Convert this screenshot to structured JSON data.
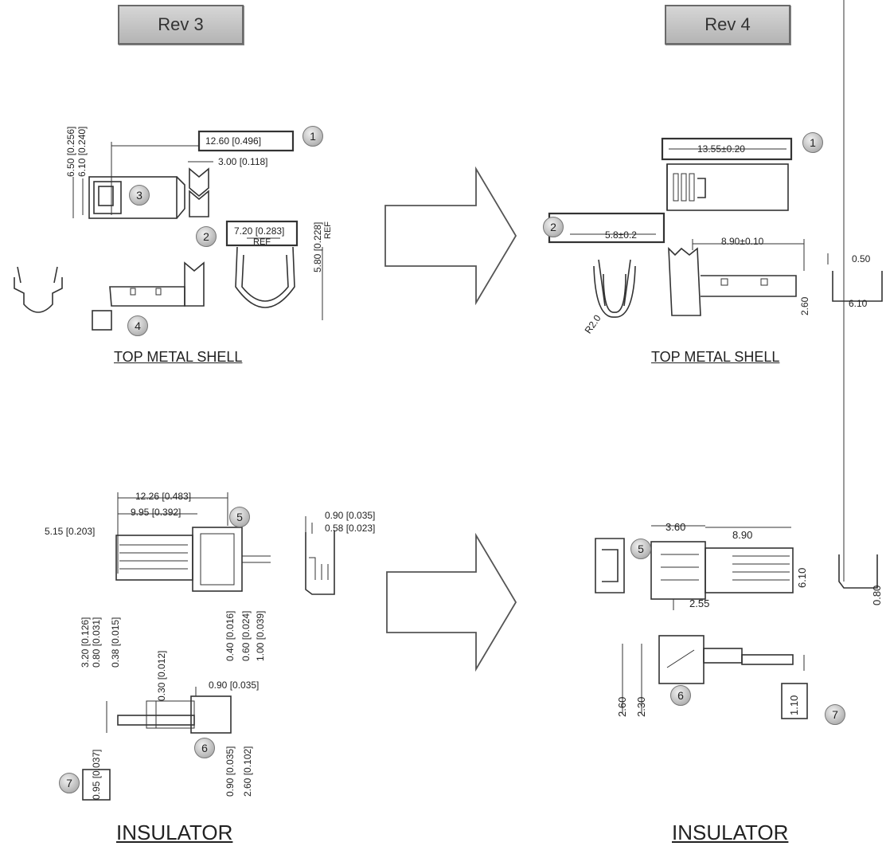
{
  "rev3": {
    "label": "Rev 3",
    "top_title": "TOP METAL SHELL",
    "bottom_title": "INSULATOR",
    "top_dims": {
      "d1": "12.60 [0.496]",
      "d2": "3.00 [0.118]",
      "d3": "6.50 [0.256]",
      "d4": "6.10 [0.240]",
      "d5": "7.20 [0.283]",
      "d5_ref": "REF",
      "d6": "5.80 [0.228]",
      "d6_ref": "REF"
    },
    "bottom_dims": {
      "d1": "12.26 [0.483]",
      "d2": "9.95 [0.392]",
      "d3": "5.15 [0.203]",
      "d4": "0.90 [0.035]",
      "d5": "0.58 [0.023]",
      "d6": "3.20 [0.126]",
      "d7": "0.80 [0.031]",
      "d8": "0.38 [0.015]",
      "d9": "0.40 [0.016]",
      "d10": "0.60 [0.024]",
      "d11": "1.00 [0.039]",
      "d12": "0.30 [0.012]",
      "d13": "0.90 [0.035]",
      "d14": "0.95 [0.037]",
      "d15": "0.90 [0.035]",
      "d16": "2.60 [0.102]"
    },
    "callouts": [
      "1",
      "2",
      "3",
      "4",
      "5",
      "6",
      "7"
    ]
  },
  "rev4": {
    "label": "Rev 4",
    "top_title": "TOP METAL SHELL",
    "bottom_title": "INSULATOR",
    "top_dims": {
      "d1": "13.55±0.20",
      "d2": "5.8±0.2",
      "d3": "8.90±0.10",
      "d4": "0.50",
      "d5": "6.10",
      "d6": "2.60",
      "d7": "R2.0"
    },
    "bottom_dims": {
      "d1": "3.60",
      "d2": "8.90",
      "d3": "6.10",
      "d4": "2.55",
      "d5": "0.80",
      "d6": "2.60",
      "d7": "2.30",
      "d8": "1.10"
    },
    "callouts": [
      "1",
      "2",
      "5",
      "6",
      "7"
    ]
  }
}
